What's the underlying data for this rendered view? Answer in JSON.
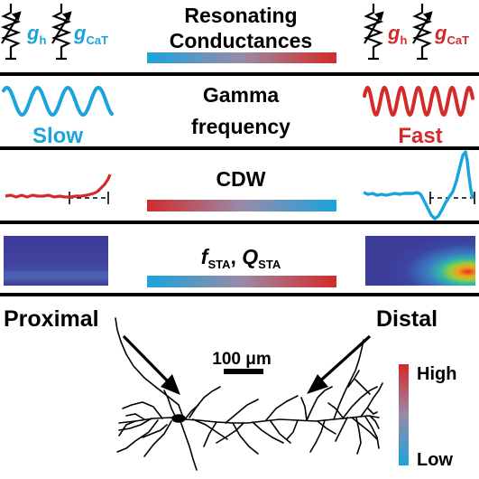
{
  "colors": {
    "blue": "#1aa3dc",
    "red": "#d42a2a",
    "ink": "#000000",
    "heat_bg": "#3b3d9c"
  },
  "panels": {
    "conductances": {
      "title_line1": "Resonating",
      "title_line2": "Conductances",
      "left_labels": {
        "g1": "g",
        "g1_sub": "h",
        "g2": "g",
        "g2_sub": "CaT"
      },
      "right_labels": {
        "g1": "g",
        "g1_sub": "h",
        "g2": "g",
        "g2_sub": "CaT"
      }
    },
    "gamma": {
      "title_line1": "Gamma",
      "title_line2": "frequency",
      "left_label": "Slow",
      "right_label": "Fast"
    },
    "cdw": {
      "title": "CDW"
    },
    "sta": {
      "f_main": "f",
      "f_sub": "STA",
      "sep": ",",
      "q_main": "Q",
      "q_sub": "STA"
    }
  },
  "neuron": {
    "proximal_label": "Proximal",
    "distal_label": "Distal",
    "scale_bar": "100 μm"
  },
  "colorbar": {
    "high_label": "High",
    "low_label": "Low"
  }
}
